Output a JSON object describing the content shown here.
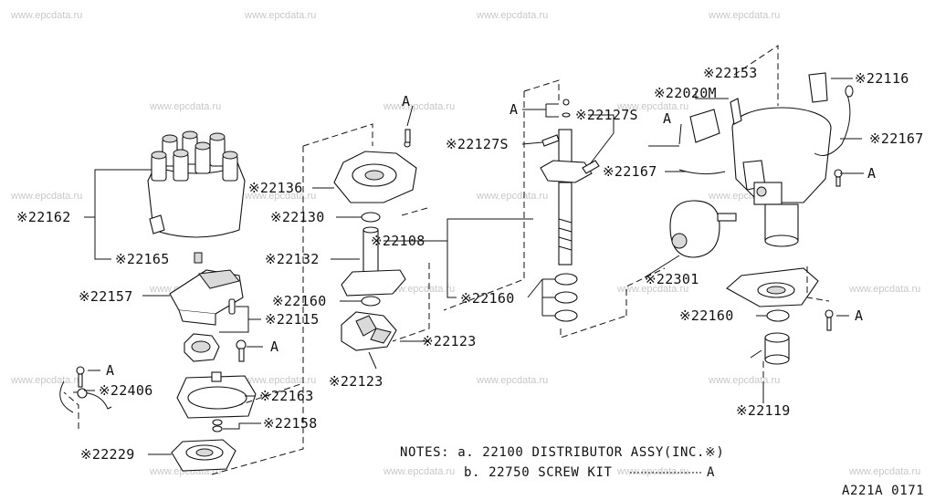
{
  "watermark": "www.epcdata.ru",
  "labels": {
    "p22162": "※22162",
    "p22165": "※22165",
    "p22157": "※22157",
    "p22115": "※22115",
    "a_rotor": "A",
    "a_left": "A",
    "p22406": "※22406",
    "p22163": "※22163",
    "p22158": "※22158",
    "p22229": "※22229",
    "a_plate": "A",
    "p22136": "※22136",
    "p22130": "※22130",
    "p22132": "※22132",
    "p22160a": "※22160",
    "p22123a": "※22123",
    "p22123b": "※22123",
    "p22108": "※22108",
    "a_shaft": "A",
    "p22127s_a": "※22127S",
    "p22127s_b": "※22127S",
    "p22160b": "※22160",
    "p22153": "※22153",
    "p22020m": "※22020M",
    "a_housing": "A",
    "p22167a": "※22167",
    "p22116": "※22116",
    "p22167b": "※22167",
    "a_right": "A",
    "p22301": "※22301",
    "p22160c": "※22160",
    "a_bolt": "A",
    "p22119": "※22119"
  },
  "notes": {
    "line1": "NOTES: a. 22100 DISTRIBUTOR ASSY(INC.※)",
    "line2": "b. 22750 SCREW KIT",
    "line2_end": "A"
  },
  "figure_code": "A221A 0171"
}
